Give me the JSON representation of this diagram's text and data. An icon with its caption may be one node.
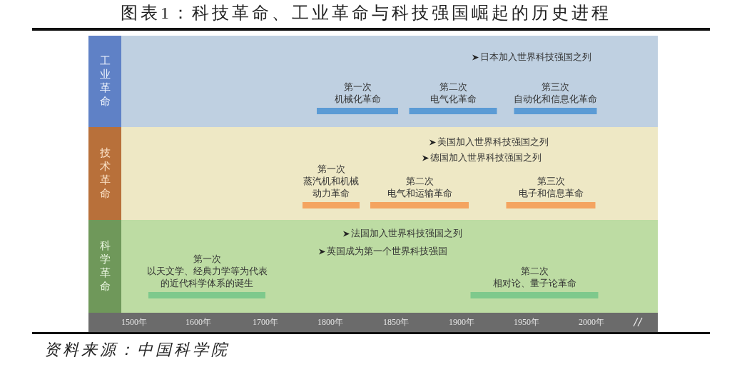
{
  "diagram": {
    "title": "图表1：科技革命、工业革命与科技强国崛起的历史进程",
    "caption": "资料来源：中国科学院",
    "nodes": [
      {
        "text": [
          "工业革命"
        ]
      },
      {
        "text": [
          "第一次",
          "机械化革命"
        ],
        "in": 0
      },
      {
        "text": [
          "第二次",
          "电气化革命"
        ],
        "in": 0
      },
      {
        "text": [
          "第三次",
          "自动化和信息化革命"
        ],
        "in": 0
      },
      {
        "text": [
          "技术革命"
        ]
      },
      {
        "text": [
          "第一次",
          "蒸汽机和机械动力革命"
        ],
        "in": 4
      },
      {
        "text": [
          "第二次",
          "电气和运输革命"
        ],
        "in": 4
      },
      {
        "text": [
          "第三次",
          "电子和信息革命"
        ],
        "in": 4
      },
      {
        "text": [
          "科学革命"
        ]
      },
      {
        "text": [
          "第一次",
          "以天文学、经典力学等为代表的近代科学体系的诞生"
        ],
        "in": 8
      },
      {
        "text": [
          "第二次",
          "相对论、量子论革命"
        ],
        "in": 8
      }
    ],
    "labels": [
      "日本加入世界科技强国之列",
      "美国加入世界科技强国之列",
      "德国加入世界科技强国之列",
      "法国加入世界科技强国之列",
      "英国成为第一个世界科技强国",
      "1500年",
      "1600年",
      "1700年",
      "1800年",
      "1850年",
      "1900年",
      "1950年",
      "2000年"
    ]
  }
}
